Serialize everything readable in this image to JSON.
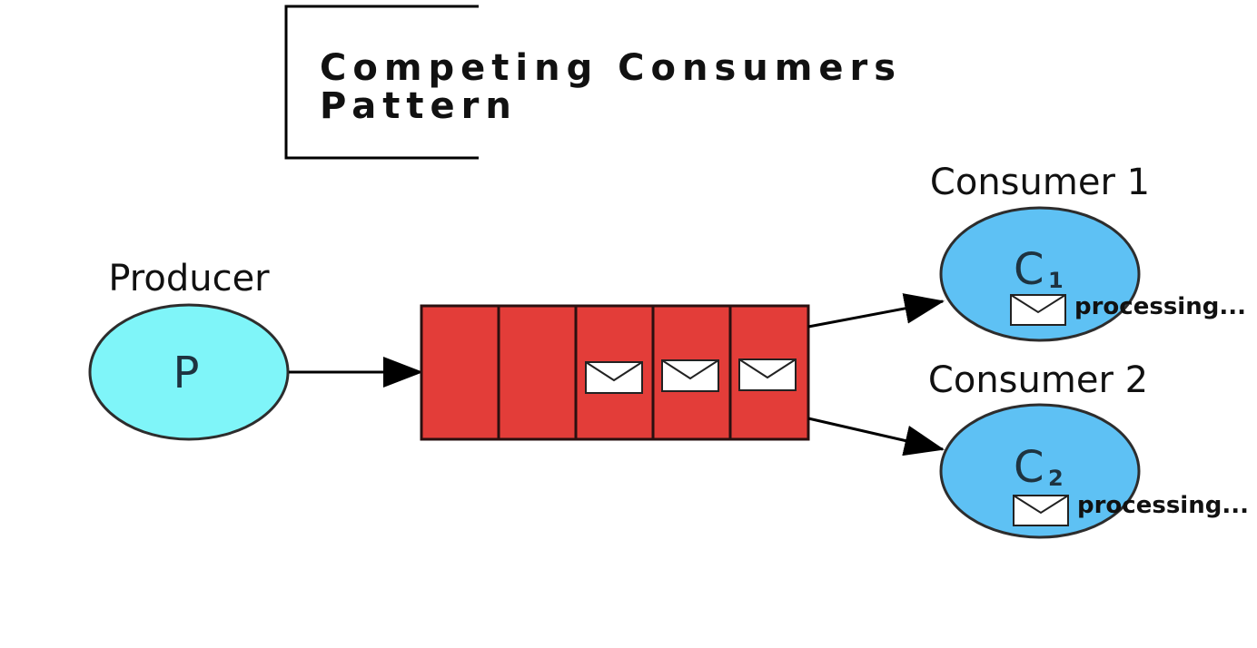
{
  "title": {
    "line1": "Competing Consumers",
    "line2": "Pattern"
  },
  "producer": {
    "label": "Producer",
    "symbol": "P",
    "color": "#7ff5f9"
  },
  "queue": {
    "color": "#e33d39",
    "slot_count": 5,
    "messages_in_queue": 3
  },
  "consumers": [
    {
      "label": "Consumer 1",
      "symbol": "C",
      "subscript": "1",
      "status": "processing...",
      "color": "#5ec1f4"
    },
    {
      "label": "Consumer 2",
      "symbol": "C",
      "subscript": "2",
      "status": "processing...",
      "color": "#5ec1f4"
    }
  ],
  "icons": {
    "message": "envelope-icon",
    "arrow": "arrowhead-icon"
  }
}
